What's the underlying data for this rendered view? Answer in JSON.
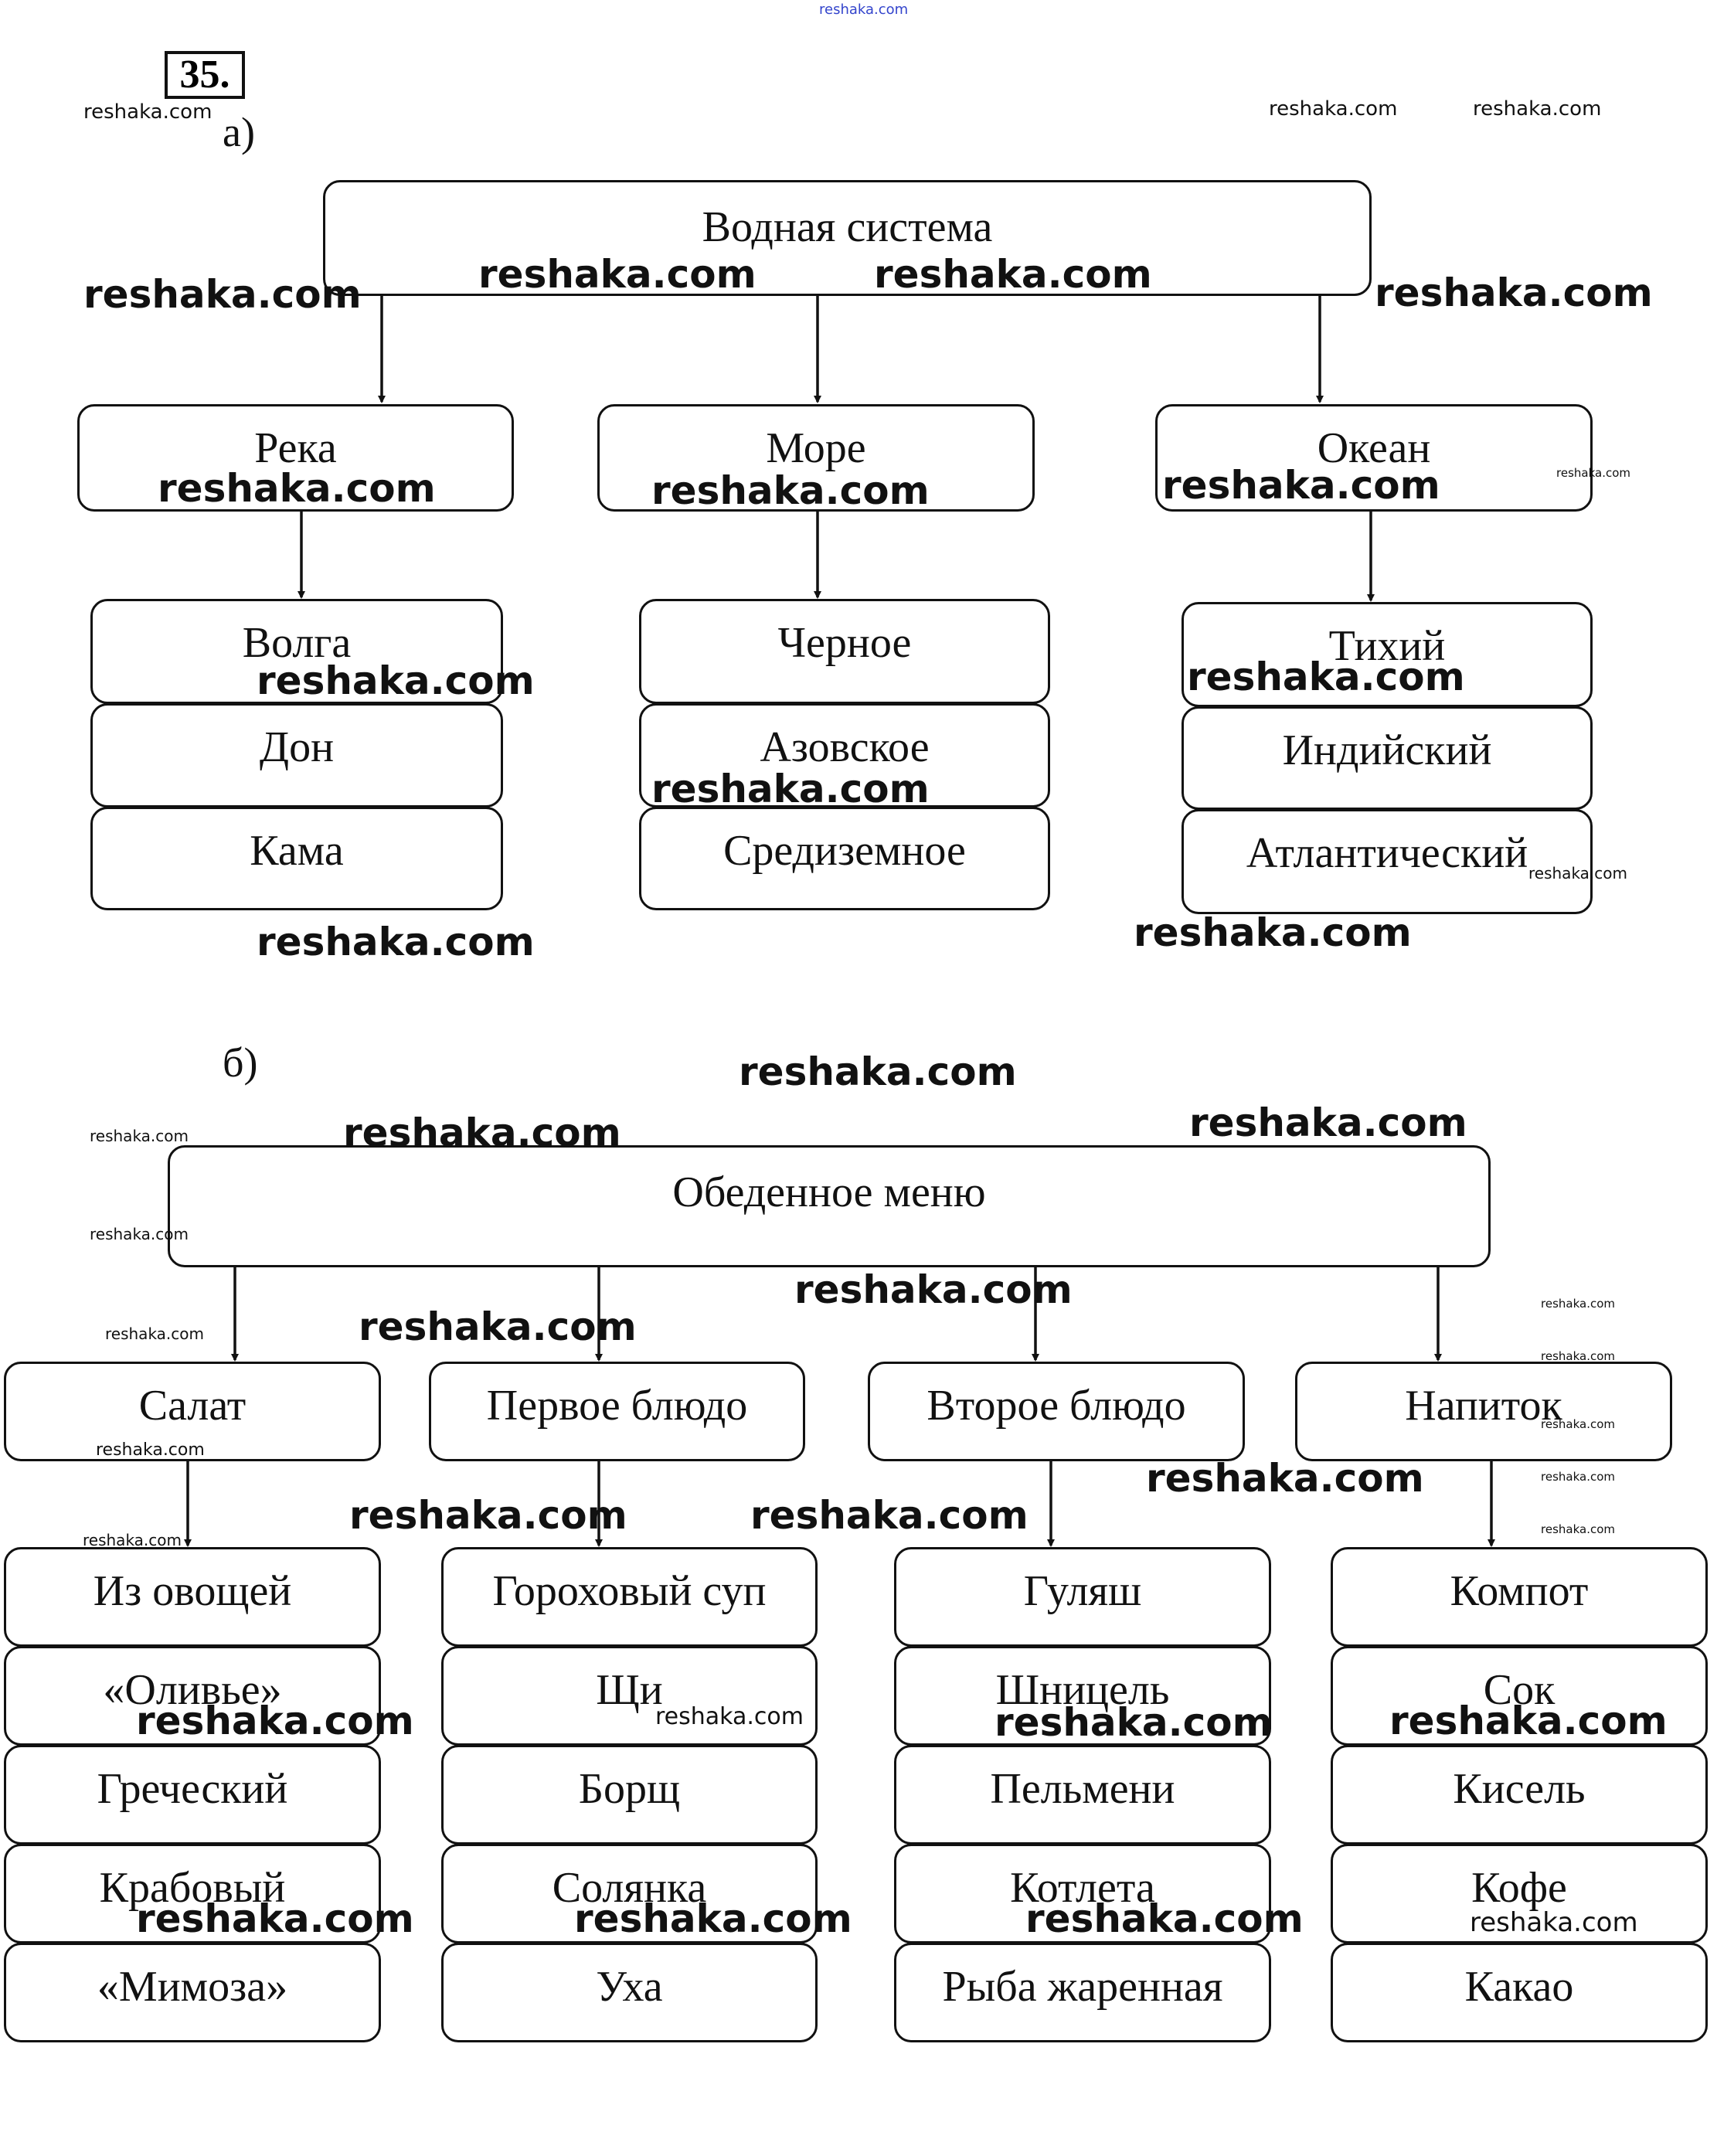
{
  "header": {
    "exercise_number": "35.",
    "top_watermark": "reshaka.com"
  },
  "part_a": {
    "label": "а)",
    "root": "Водная система",
    "branches": [
      {
        "label": "Река",
        "items": [
          "Волга",
          "Дон",
          "Кама"
        ]
      },
      {
        "label": "Море",
        "items": [
          "Черное",
          "Азовское",
          "Средиземное"
        ]
      },
      {
        "label": "Океан",
        "items": [
          "Тихий",
          "Индийский",
          "Атлантический"
        ]
      }
    ]
  },
  "part_b": {
    "label": "б)",
    "root": "Обеденное меню",
    "branches": [
      {
        "label": "Салат",
        "items": [
          "Из овощей",
          "«Оливье»",
          "Греческий",
          "Крабовый",
          "«Мимоза»"
        ]
      },
      {
        "label": "Первое блюдо",
        "items": [
          "Гороховый суп",
          "Щи",
          "Борщ",
          "Солянка",
          "Уха"
        ]
      },
      {
        "label": "Второе блюдо",
        "items": [
          "Гуляш",
          "Шницель",
          "Пельмени",
          "Котлета",
          "Рыба жаренная"
        ]
      },
      {
        "label": "Напиток",
        "items": [
          "Компот",
          "Сок",
          "Кисель",
          "Кофе",
          "Какао"
        ]
      }
    ]
  },
  "watermark": "reshaka.com"
}
